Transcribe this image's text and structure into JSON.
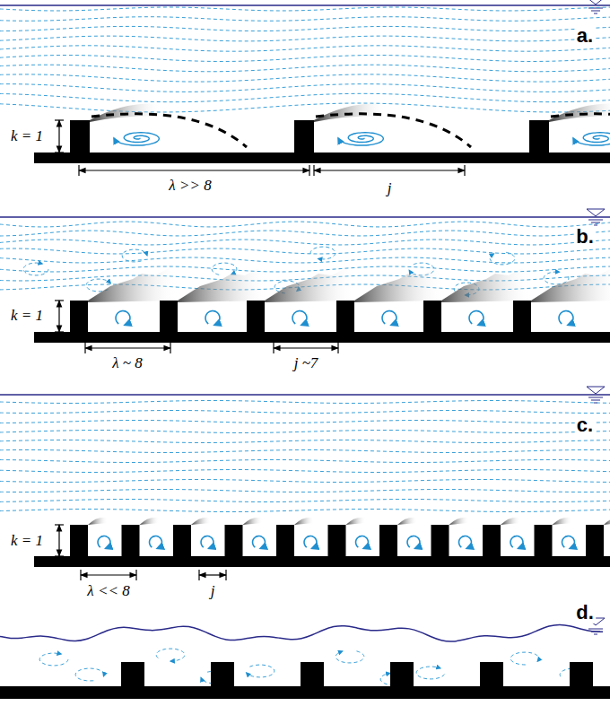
{
  "diagram": {
    "labels": [
      "a.",
      "k = 1",
      "λ >> 8",
      "j",
      "b.",
      "k = 1",
      "λ ~ 8",
      "j ~7",
      "c.",
      "k = 1",
      "λ << 8",
      "j",
      "d."
    ]
  }
}
